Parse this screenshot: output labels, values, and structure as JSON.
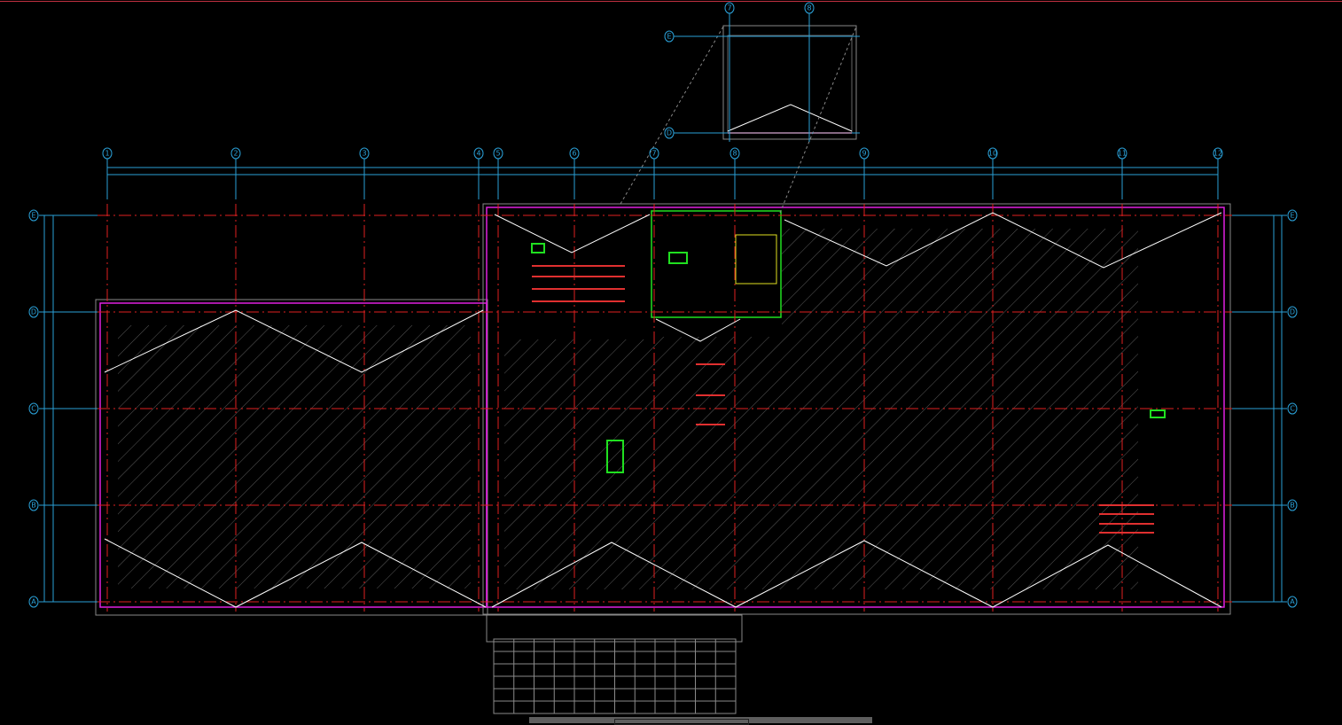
{
  "drawing": {
    "columns": [
      {
        "label": "1",
        "pos": 121
      },
      {
        "label": "2",
        "pos": 266
      },
      {
        "label": "3",
        "pos": 411
      },
      {
        "label": "4",
        "pos": 540
      },
      {
        "label": "5",
        "pos": 562
      },
      {
        "label": "6",
        "pos": 648
      },
      {
        "label": "7",
        "pos": 738
      },
      {
        "label": "8",
        "pos": 829
      },
      {
        "label": "9",
        "pos": 975
      },
      {
        "label": "10",
        "pos": 1120
      },
      {
        "label": "11",
        "pos": 1266
      },
      {
        "label": "12",
        "pos": 1374
      }
    ],
    "rows": [
      {
        "label": "E",
        "pos": 243
      },
      {
        "label": "D",
        "pos": 352
      },
      {
        "label": "C",
        "pos": 461
      },
      {
        "label": "B",
        "pos": 570
      },
      {
        "label": "A",
        "pos": 679
      }
    ],
    "upper_plan": {
      "columns": [
        {
          "label": "7"
        },
        {
          "label": "8"
        }
      ],
      "rows": [
        {
          "label": "E"
        },
        {
          "label": "D"
        }
      ]
    }
  },
  "colors": {
    "axis": "#2a9fd6",
    "grid": "#e02020",
    "outline": "#e020e0",
    "ridge": "#ffffff",
    "hatch": "#6a6a6a",
    "equipment": "#20e020",
    "background": "#000000"
  }
}
